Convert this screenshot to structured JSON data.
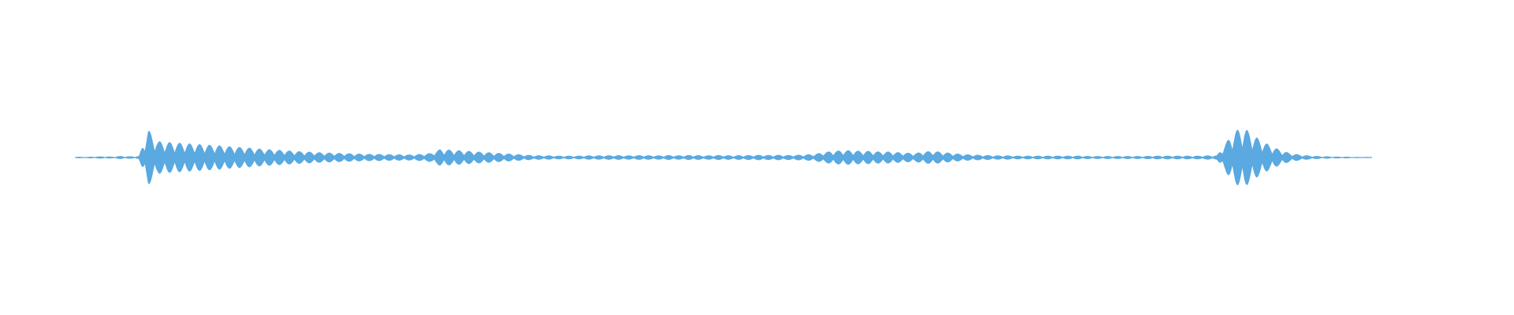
{
  "waveform": {
    "color": "#5aa9e0",
    "amplitude_envelope": [
      0.03,
      0.02,
      0.03,
      0.04,
      0.03,
      0.05,
      0.04,
      0.05,
      0.95,
      0.55,
      0.52,
      0.5,
      0.48,
      0.46,
      0.44,
      0.42,
      0.4,
      0.37,
      0.35,
      0.33,
      0.3,
      0.28,
      0.26,
      0.24,
      0.22,
      0.2,
      0.19,
      0.17,
      0.16,
      0.15,
      0.14,
      0.13,
      0.12,
      0.12,
      0.11,
      0.11,
      0.1,
      0.1,
      0.12,
      0.15,
      0.28,
      0.26,
      0.24,
      0.22,
      0.2,
      0.18,
      0.16,
      0.14,
      0.12,
      0.1,
      0.08,
      0.07,
      0.07,
      0.06,
      0.06,
      0.06,
      0.07,
      0.07,
      0.07,
      0.08,
      0.07,
      0.07,
      0.08,
      0.07,
      0.07,
      0.08,
      0.07,
      0.08,
      0.08,
      0.07,
      0.08,
      0.08,
      0.07,
      0.08,
      0.08,
      0.09,
      0.08,
      0.09,
      0.08,
      0.09,
      0.1,
      0.12,
      0.18,
      0.22,
      0.24,
      0.24,
      0.22,
      0.22,
      0.2,
      0.2,
      0.18,
      0.16,
      0.15,
      0.2,
      0.22,
      0.18,
      0.15,
      0.12,
      0.1,
      0.09,
      0.08,
      0.07,
      0.07,
      0.06,
      0.06,
      0.06,
      0.06,
      0.06,
      0.06,
      0.06,
      0.06,
      0.05,
      0.05,
      0.05,
      0.05,
      0.05,
      0.05,
      0.05,
      0.06,
      0.06,
      0.06,
      0.06,
      0.06,
      0.06,
      0.07,
      0.07,
      0.5,
      0.9,
      1.0,
      0.75,
      0.55,
      0.38,
      0.25,
      0.15,
      0.1,
      0.07,
      0.05,
      0.04,
      0.03,
      0.03,
      0.02,
      0.02,
      0.02
    ]
  }
}
